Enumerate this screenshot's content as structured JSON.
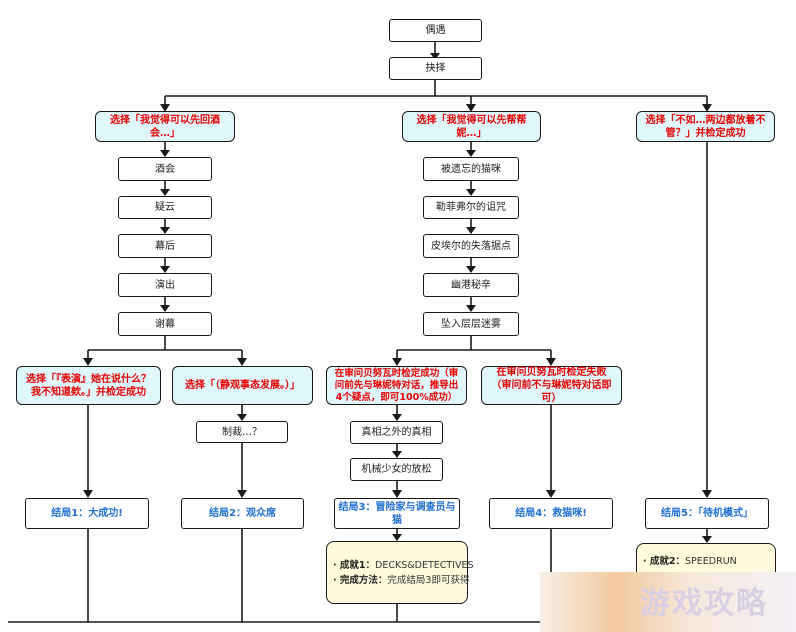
{
  "nodes": {
    "meet": "偶遇",
    "choose": "抉择",
    "c1": "选择「我觉得可以先回酒会…」",
    "c2": "选择「我觉得可以先帮帮妮…」",
    "c3": "选择「不如…两边都放着不管？」并检定成功",
    "a1": "酒会",
    "a2": "疑云",
    "a3": "幕后",
    "a4": "演出",
    "a5": "谢幕",
    "b1": "被遗忘的猫咪",
    "b2": "勒菲弗尔的诅咒",
    "b3": "皮埃尔的失落据点",
    "b4": "幽港秘辛",
    "b5": "坠入层层迷雾",
    "c1a": "选择「『表演』她在说什么？我不知道欸。」并检定成功",
    "c1b": "选择「（静观事态发展。）」",
    "judge": "制裁…？",
    "c2a": "在审问贝努瓦时检定成功（审问前先与琳妮特对话，推导出4个疑点，即可100%成功）",
    "c2b": "在审问贝努瓦时检定失败（审问前不与琳妮特对话即可）",
    "truth": "真相之外的真相",
    "robot": "机械少女的放松",
    "e1": "结局1：大成功!",
    "e2": "结局2：观众席",
    "e3": "结局3：冒险家与调查员与猫",
    "e4": "结局4：救猫咪!",
    "e5": "结局5：「待机模式」",
    "ach1_title_k": "· 成就1：",
    "ach1_title_v": "DECKS&DETECTIVES",
    "ach1_how_k": "· 完成方法：",
    "ach1_how_v": "完成结局3即可获得",
    "ach2_title_k": "· 成就2：",
    "ach2_title_v": "SPEEDRUN",
    "watermark": "游戏攻略"
  }
}
